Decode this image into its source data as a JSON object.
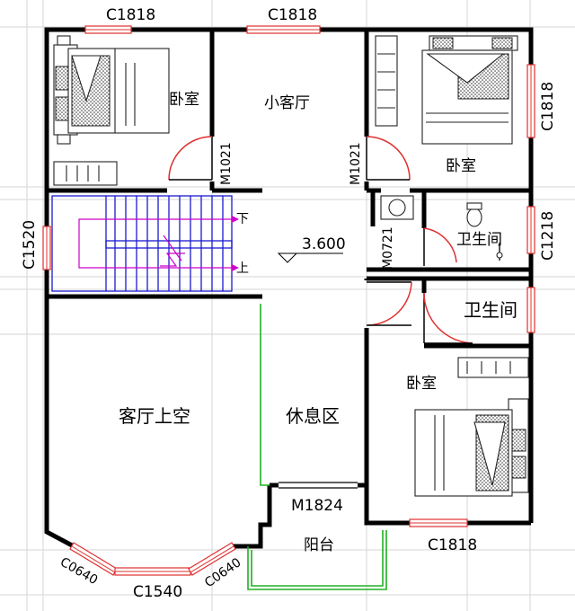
{
  "rooms": {
    "bedroom_nw": "卧室",
    "small_living": "小客厅",
    "bedroom_ne": "卧室",
    "bathroom_1": "卫生间",
    "bathroom_2": "卫生间",
    "bedroom_se": "卧室",
    "living_void": "客厅上空",
    "lounge": "休息区",
    "balcony": "阳台"
  },
  "stairs": {
    "down": "下",
    "up": "上"
  },
  "elevation": "3.600",
  "windows": {
    "top_left": "C1818",
    "top_center": "C1818",
    "right_upper": "C1818",
    "right_middle": "C1218",
    "left": "C1520",
    "bottom_right": "C1818",
    "bay_left": "C0640",
    "bay_bottom": "C1540",
    "bay_right": "C0640"
  },
  "doors": {
    "left_bedroom": "M1021",
    "right_bedroom": "M1021",
    "bathroom": "M0721",
    "balcony": "M1824"
  },
  "colors": {
    "wall": "#000000",
    "window": "#e03030",
    "stair": "#1a1ad0",
    "stair_marker": "#cc00cc",
    "balcony_rail": "#22b022",
    "grid": "#d6d6d6"
  }
}
